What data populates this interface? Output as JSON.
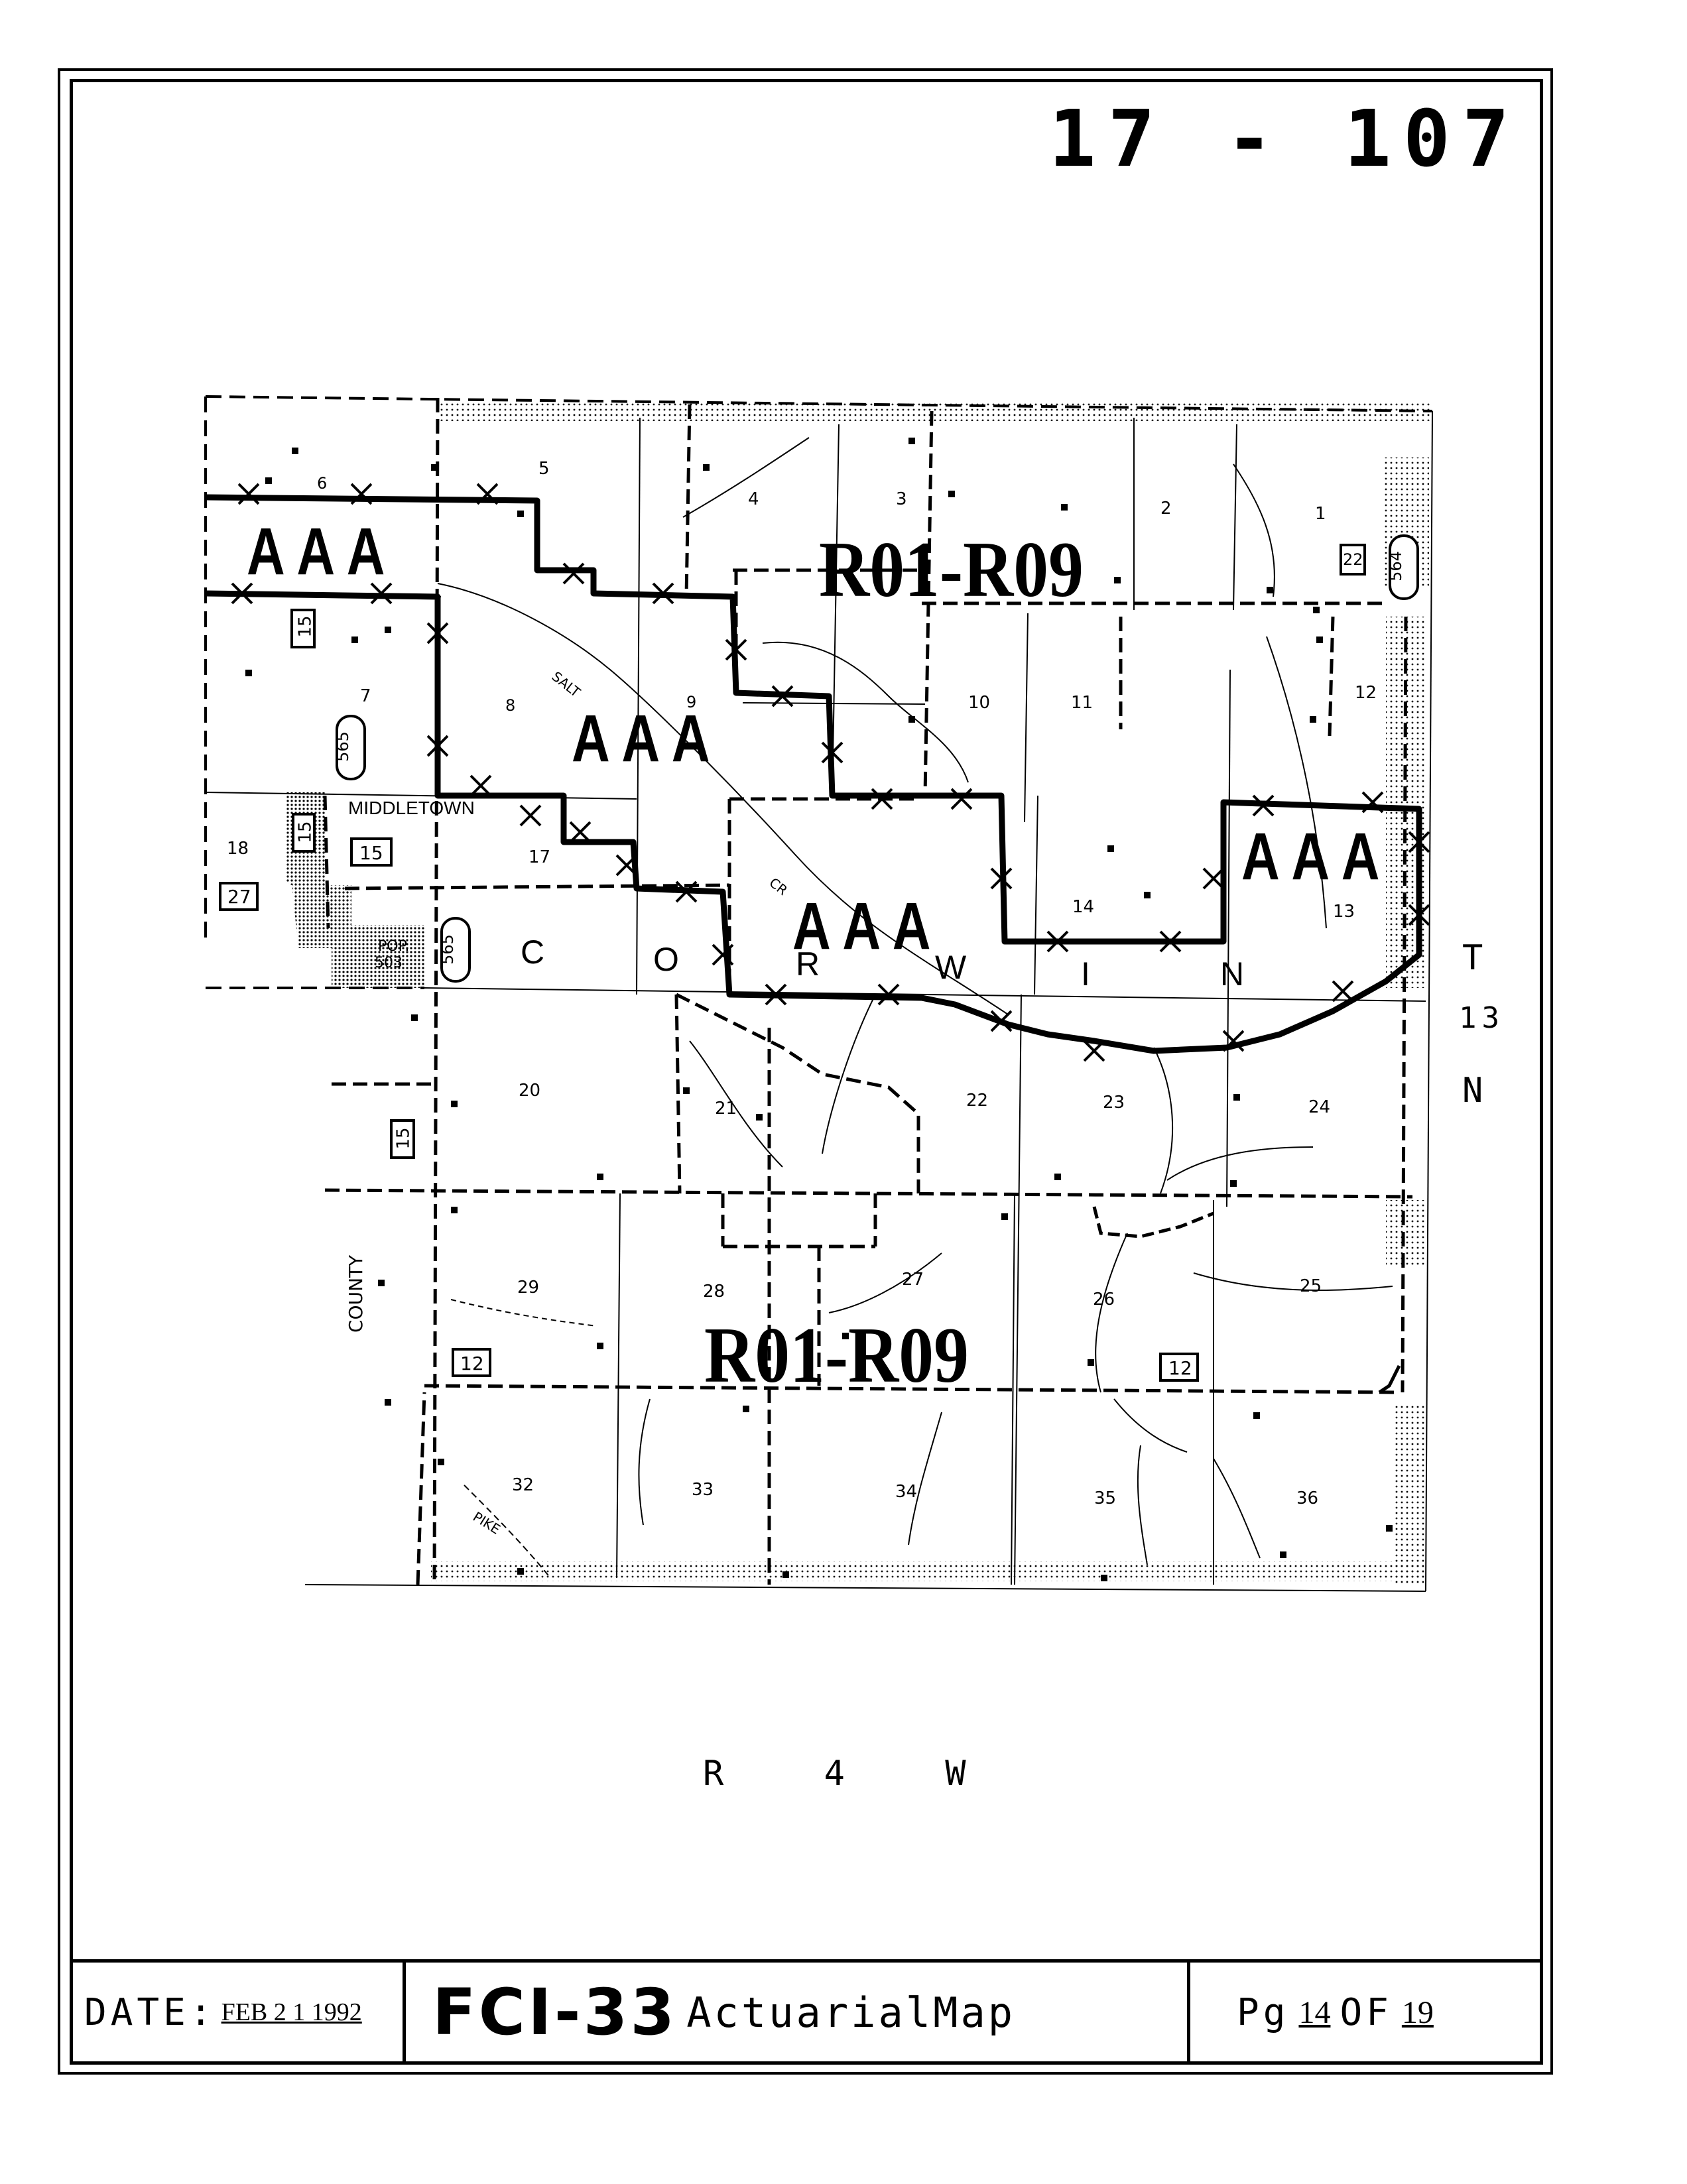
{
  "map_id": "17 - 107",
  "map": {
    "sections": [
      "1",
      "2",
      "3",
      "4",
      "5",
      "6",
      "7",
      "8",
      "9",
      "10",
      "11",
      "12",
      "13",
      "14",
      "17",
      "18",
      "20",
      "21",
      "22",
      "23",
      "24",
      "25",
      "26",
      "27",
      "28",
      "29",
      "32",
      "33",
      "34",
      "35",
      "36"
    ],
    "labels": {
      "middletown": "MIDDLETOWN",
      "pop_label": "POP.",
      "pop_value": "503",
      "county_road": "COUNTY",
      "salt_creek": "SALT",
      "creek_abbr": "CR",
      "pike": "PIKE",
      "twp_letters": [
        "C",
        "O",
        "R",
        "W",
        "I",
        "N"
      ],
      "zones": [
        "AAA",
        "AAA",
        "AAA",
        "AAA"
      ],
      "rate_codes": [
        "R01-R09",
        "R01-R09"
      ],
      "highway_shields": [
        "15",
        "15",
        "15",
        "15",
        "27",
        "12",
        "12",
        "22"
      ],
      "state_route_ovals": [
        "565",
        "565",
        "564"
      ]
    },
    "range": "R 4 W",
    "township": [
      "T",
      "13",
      "N"
    ]
  },
  "footer": {
    "date_label": "DATE:",
    "date_value": "FEB 2 1 1992",
    "form_code": "FCI-33",
    "title": "ActuarialMap",
    "page_label": "Pg",
    "page_num": "14",
    "of_label": "OF",
    "page_total": "19"
  }
}
